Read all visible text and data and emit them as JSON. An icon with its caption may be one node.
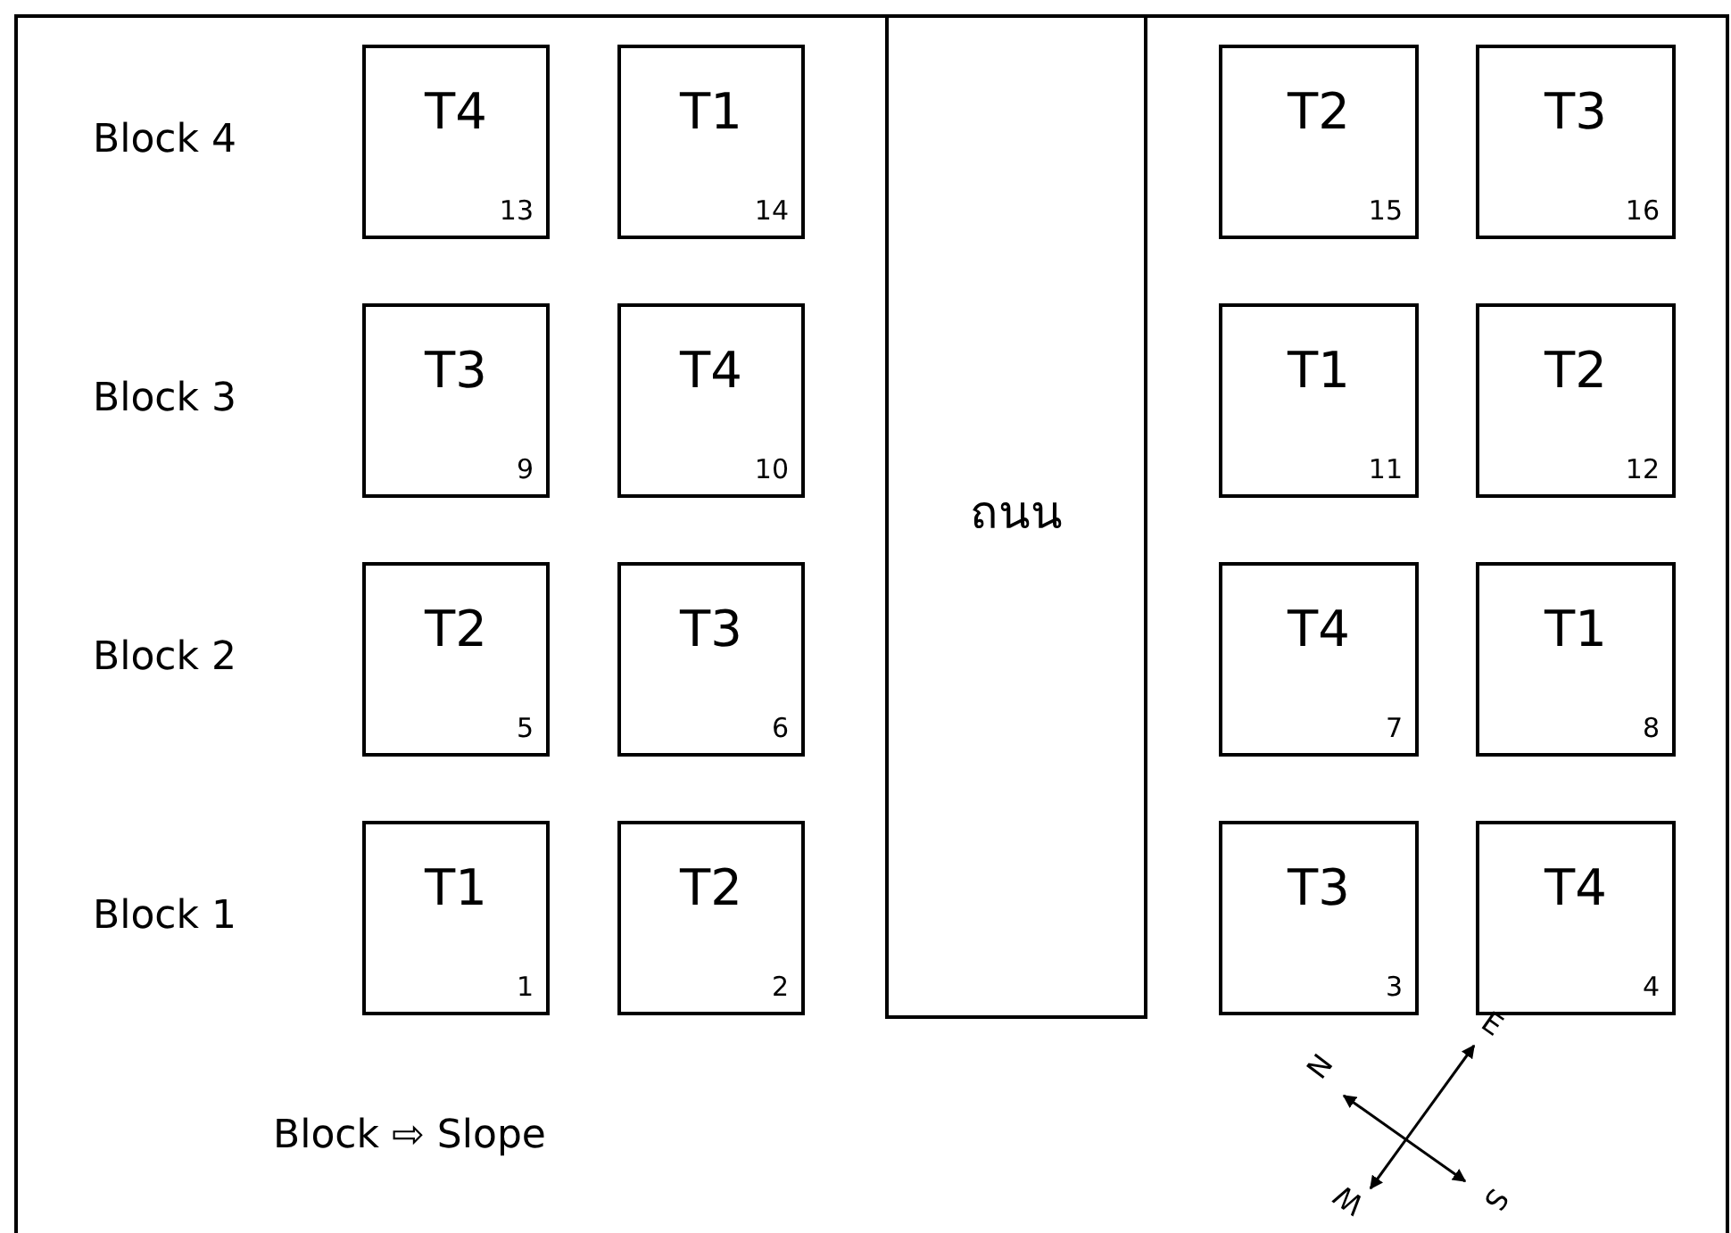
{
  "diagram": {
    "nodes": [
      {
        "text": [
          "T4",
          "13"
        ]
      },
      {
        "text": [
          "T1",
          "14"
        ]
      },
      {
        "text": [
          "ถนน"
        ]
      },
      {
        "text": [
          "T2",
          "15"
        ]
      },
      {
        "text": [
          "T3",
          "16"
        ]
      },
      {
        "text": [
          "T3",
          "9"
        ]
      },
      {
        "text": [
          "T4",
          "10"
        ]
      },
      {
        "text": [
          "T1",
          "11"
        ]
      },
      {
        "text": [
          "T2",
          "12"
        ]
      },
      {
        "text": [
          "T2",
          "5"
        ]
      },
      {
        "text": [
          "T3",
          "6"
        ]
      },
      {
        "text": [
          "T4",
          "7"
        ]
      },
      {
        "text": [
          "T1",
          "8"
        ]
      },
      {
        "text": [
          "T1",
          "1"
        ]
      },
      {
        "text": [
          "T2",
          "2"
        ]
      },
      {
        "text": [
          "T3",
          "3"
        ]
      },
      {
        "text": [
          "T4",
          "4"
        ]
      }
    ],
    "labels": [
      "Block 4",
      "Block 3",
      "Block 2",
      "Block 1",
      "Block ⇨ Slope",
      "N",
      "E",
      "S",
      "W"
    ]
  }
}
